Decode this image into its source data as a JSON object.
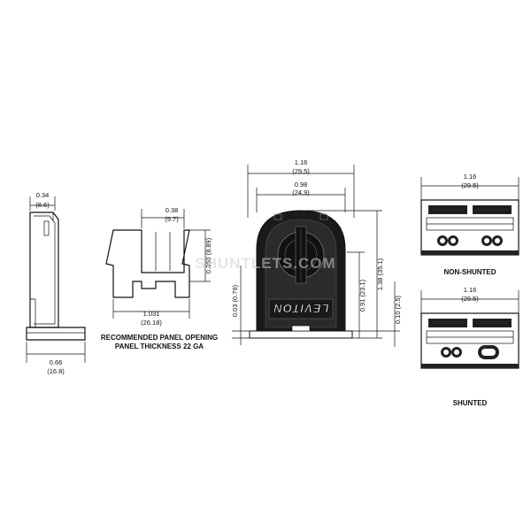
{
  "side_view": {
    "top_width": "0.34",
    "top_width_mm": "(8.6)",
    "base_width": "0.66",
    "base_width_mm": "(16.8)"
  },
  "panel_opening": {
    "top_width": "0.38",
    "top_width_mm": "(9.7)",
    "height": "0.350 (8.89)",
    "width": "1.031",
    "width_mm": "(26.18)",
    "caption_line1": "RECOMMENDED PANEL OPENING",
    "caption_line2": "PANEL THICKNESS 22 GA"
  },
  "front_view": {
    "overall_width": "1.16",
    "overall_width_mm": "(29.5)",
    "inner_width": "0.98",
    "inner_width_mm": "(24.9)",
    "dim_left_small": "0.03 (0.79)",
    "dim_mid": "0.91 (23.1)",
    "dim_overall_height": "1.38 (35.1)",
    "dim_right_small": "0.10 (2.5)",
    "logo": "LEVITON"
  },
  "non_shunted": {
    "width": "1.16",
    "width_mm": "(29.5)",
    "label": "NON-SHUNTED"
  },
  "shunted": {
    "width": "1.16",
    "width_mm": "(29.5)",
    "label": "SHUNTED"
  },
  "watermark": "SHUNTLETS.COM"
}
